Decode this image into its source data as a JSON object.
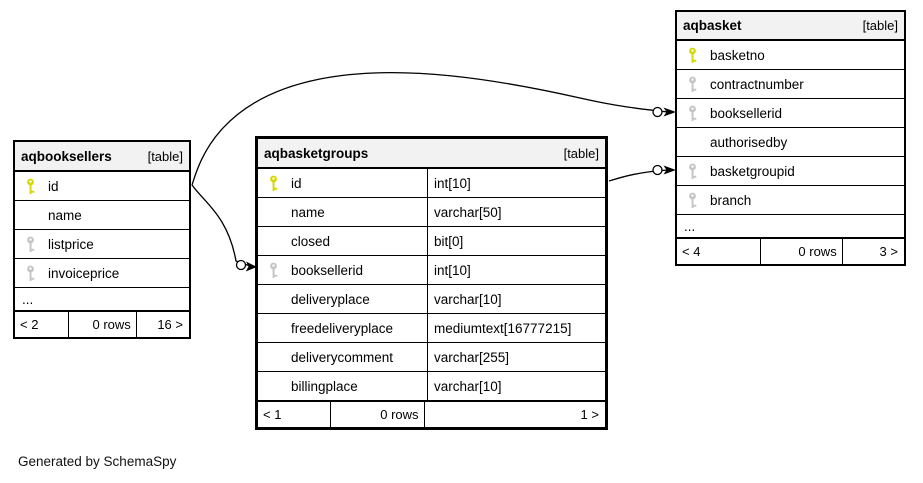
{
  "note": "Generated by SchemaSpy",
  "colors": {
    "primary_key": "#d6d600",
    "foreign_key": "#c4c4c4",
    "header_bg": "#f2f2f2",
    "edge": "#000000"
  },
  "relationships": [
    {
      "from": "aqbooksellers.id",
      "to": "aqbasket.booksellerid"
    },
    {
      "from": "aqbooksellers.id",
      "to": "aqbasketgroups.booksellerid"
    },
    {
      "from": "aqbasketgroups.id",
      "to": "aqbasket.basketgroupid"
    }
  ],
  "tables": {
    "aqbooksellers": {
      "title": "aqbooksellers",
      "badge": "[table]",
      "rows": [
        {
          "name": "id",
          "key": "primary"
        },
        {
          "name": "name",
          "key": "none"
        },
        {
          "name": "listprice",
          "key": "foreign"
        },
        {
          "name": "invoiceprice",
          "key": "foreign"
        },
        {
          "name": "...",
          "key": "none"
        }
      ],
      "footer": {
        "prev": "< 2",
        "rows": "0 rows",
        "next": "16 >"
      }
    },
    "aqbasketgroups": {
      "title": "aqbasketgroups",
      "badge": "[table]",
      "rows": [
        {
          "name": "id",
          "type": "int[10]",
          "key": "primary"
        },
        {
          "name": "name",
          "type": "varchar[50]",
          "key": "none"
        },
        {
          "name": "closed",
          "type": "bit[0]",
          "key": "none"
        },
        {
          "name": "booksellerid",
          "type": "int[10]",
          "key": "foreign"
        },
        {
          "name": "deliveryplace",
          "type": "varchar[10]",
          "key": "none"
        },
        {
          "name": "freedeliveryplace",
          "type": "mediumtext[16777215]",
          "key": "none"
        },
        {
          "name": "deliverycomment",
          "type": "varchar[255]",
          "key": "none"
        },
        {
          "name": "billingplace",
          "type": "varchar[10]",
          "key": "none"
        }
      ],
      "footer": {
        "prev": "< 1",
        "rows": "0 rows",
        "next": "1 >"
      }
    },
    "aqbasket": {
      "title": "aqbasket",
      "badge": "[table]",
      "rows": [
        {
          "name": "basketno",
          "key": "primary"
        },
        {
          "name": "contractnumber",
          "key": "foreign"
        },
        {
          "name": "booksellerid",
          "key": "foreign"
        },
        {
          "name": "authorisedby",
          "key": "none"
        },
        {
          "name": "basketgroupid",
          "key": "foreign"
        },
        {
          "name": "branch",
          "key": "foreign"
        },
        {
          "name": "...",
          "key": "none"
        }
      ],
      "footer": {
        "prev": "< 4",
        "rows": "0 rows",
        "next": "3 >"
      }
    }
  }
}
